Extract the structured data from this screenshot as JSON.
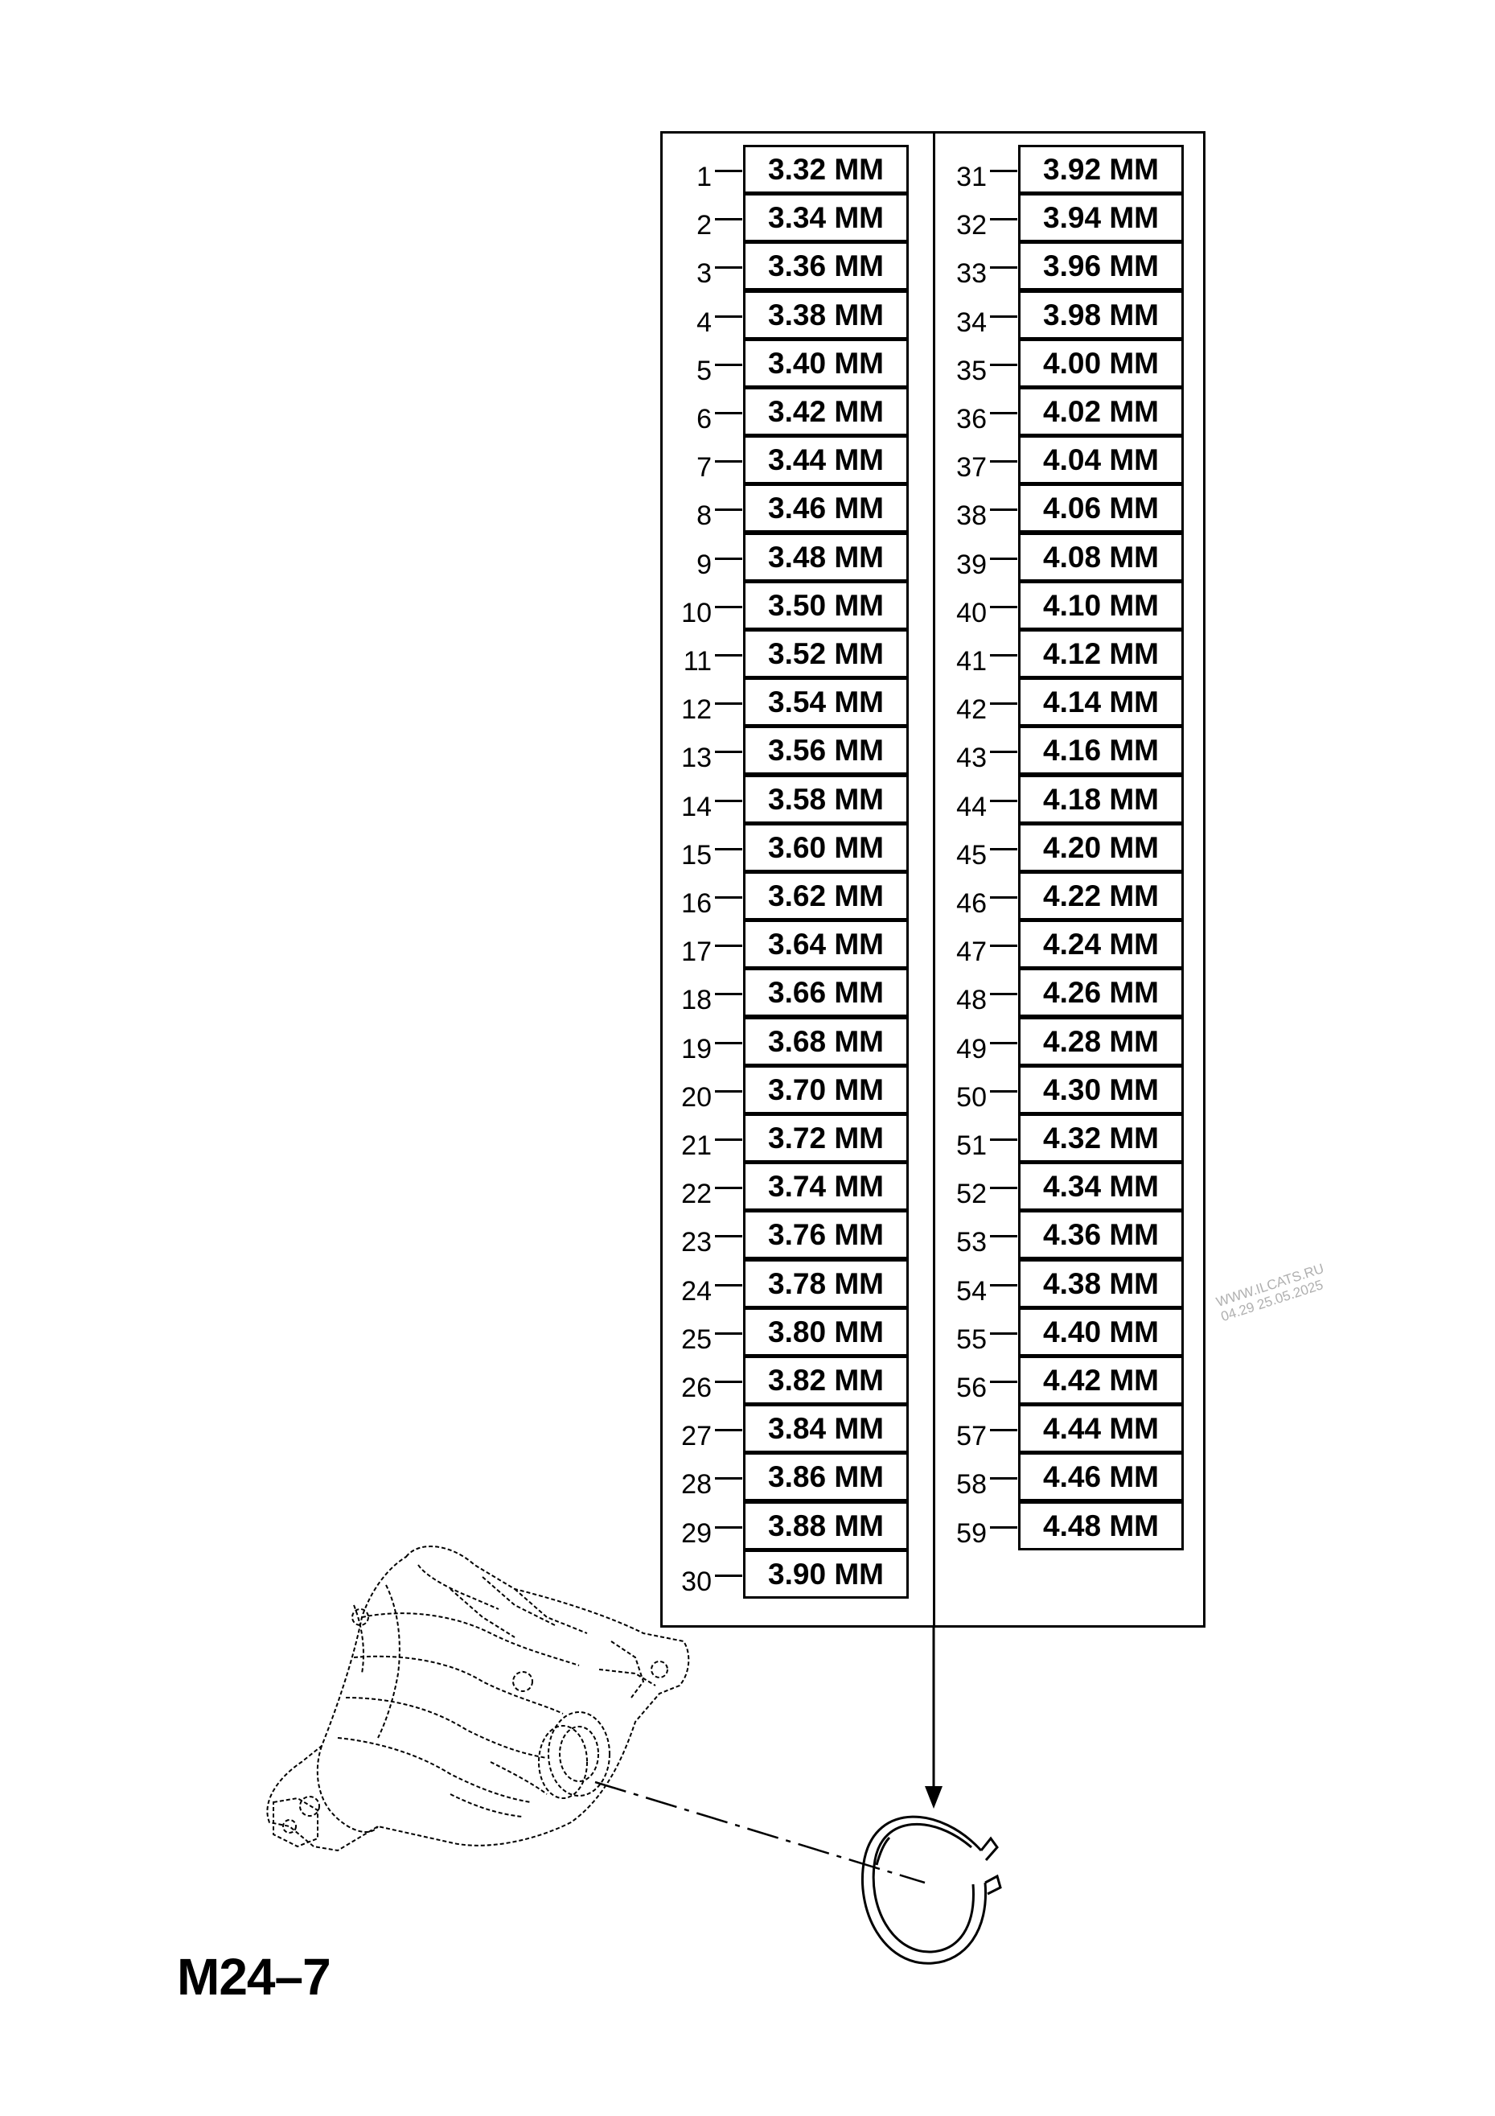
{
  "diagram_code": "M24–7",
  "watermark": {
    "line1": "WWW.ILCATS.RU",
    "line2": "04.29 25.05.2025"
  },
  "columns": [
    {
      "items": [
        {
          "n": "1",
          "size": "3.32 MM"
        },
        {
          "n": "2",
          "size": "3.34 MM"
        },
        {
          "n": "3",
          "size": "3.36 MM"
        },
        {
          "n": "4",
          "size": "3.38 MM"
        },
        {
          "n": "5",
          "size": "3.40 MM"
        },
        {
          "n": "6",
          "size": "3.42 MM"
        },
        {
          "n": "7",
          "size": "3.44 MM"
        },
        {
          "n": "8",
          "size": "3.46 MM"
        },
        {
          "n": "9",
          "size": "3.48 MM"
        },
        {
          "n": "10",
          "size": "3.50 MM"
        },
        {
          "n": "11",
          "size": "3.52 MM"
        },
        {
          "n": "12",
          "size": "3.54 MM"
        },
        {
          "n": "13",
          "size": "3.56 MM"
        },
        {
          "n": "14",
          "size": "3.58 MM"
        },
        {
          "n": "15",
          "size": "3.60 MM"
        },
        {
          "n": "16",
          "size": "3.62 MM"
        },
        {
          "n": "17",
          "size": "3.64 MM"
        },
        {
          "n": "18",
          "size": "3.66 MM"
        },
        {
          "n": "19",
          "size": "3.68 MM"
        },
        {
          "n": "20",
          "size": "3.70 MM"
        },
        {
          "n": "21",
          "size": "3.72 MM"
        },
        {
          "n": "22",
          "size": "3.74 MM"
        },
        {
          "n": "23",
          "size": "3.76 MM"
        },
        {
          "n": "24",
          "size": "3.78 MM"
        },
        {
          "n": "25",
          "size": "3.80 MM"
        },
        {
          "n": "26",
          "size": "3.82 MM"
        },
        {
          "n": "27",
          "size": "3.84 MM"
        },
        {
          "n": "28",
          "size": "3.86 MM"
        },
        {
          "n": "29",
          "size": "3.88 MM"
        },
        {
          "n": "30",
          "size": "3.90 MM"
        }
      ]
    },
    {
      "items": [
        {
          "n": "31",
          "size": "3.92 MM"
        },
        {
          "n": "32",
          "size": "3.94 MM"
        },
        {
          "n": "33",
          "size": "3.96 MM"
        },
        {
          "n": "34",
          "size": "3.98 MM"
        },
        {
          "n": "35",
          "size": "4.00 MM"
        },
        {
          "n": "36",
          "size": "4.02 MM"
        },
        {
          "n": "37",
          "size": "4.04 MM"
        },
        {
          "n": "38",
          "size": "4.06 MM"
        },
        {
          "n": "39",
          "size": "4.08 MM"
        },
        {
          "n": "40",
          "size": "4.10 MM"
        },
        {
          "n": "41",
          "size": "4.12 MM"
        },
        {
          "n": "42",
          "size": "4.14 MM"
        },
        {
          "n": "43",
          "size": "4.16 MM"
        },
        {
          "n": "44",
          "size": "4.18 MM"
        },
        {
          "n": "45",
          "size": "4.20 MM"
        },
        {
          "n": "46",
          "size": "4.22 MM"
        },
        {
          "n": "47",
          "size": "4.24 MM"
        },
        {
          "n": "48",
          "size": "4.26 MM"
        },
        {
          "n": "49",
          "size": "4.28 MM"
        },
        {
          "n": "50",
          "size": "4.30 MM"
        },
        {
          "n": "51",
          "size": "4.32 MM"
        },
        {
          "n": "52",
          "size": "4.34 MM"
        },
        {
          "n": "53",
          "size": "4.36 MM"
        },
        {
          "n": "54",
          "size": "4.38 MM"
        },
        {
          "n": "55",
          "size": "4.40 MM"
        },
        {
          "n": "56",
          "size": "4.42 MM"
        },
        {
          "n": "57",
          "size": "4.44 MM"
        },
        {
          "n": "58",
          "size": "4.46 MM"
        },
        {
          "n": "59",
          "size": "4.48 MM"
        }
      ]
    }
  ]
}
